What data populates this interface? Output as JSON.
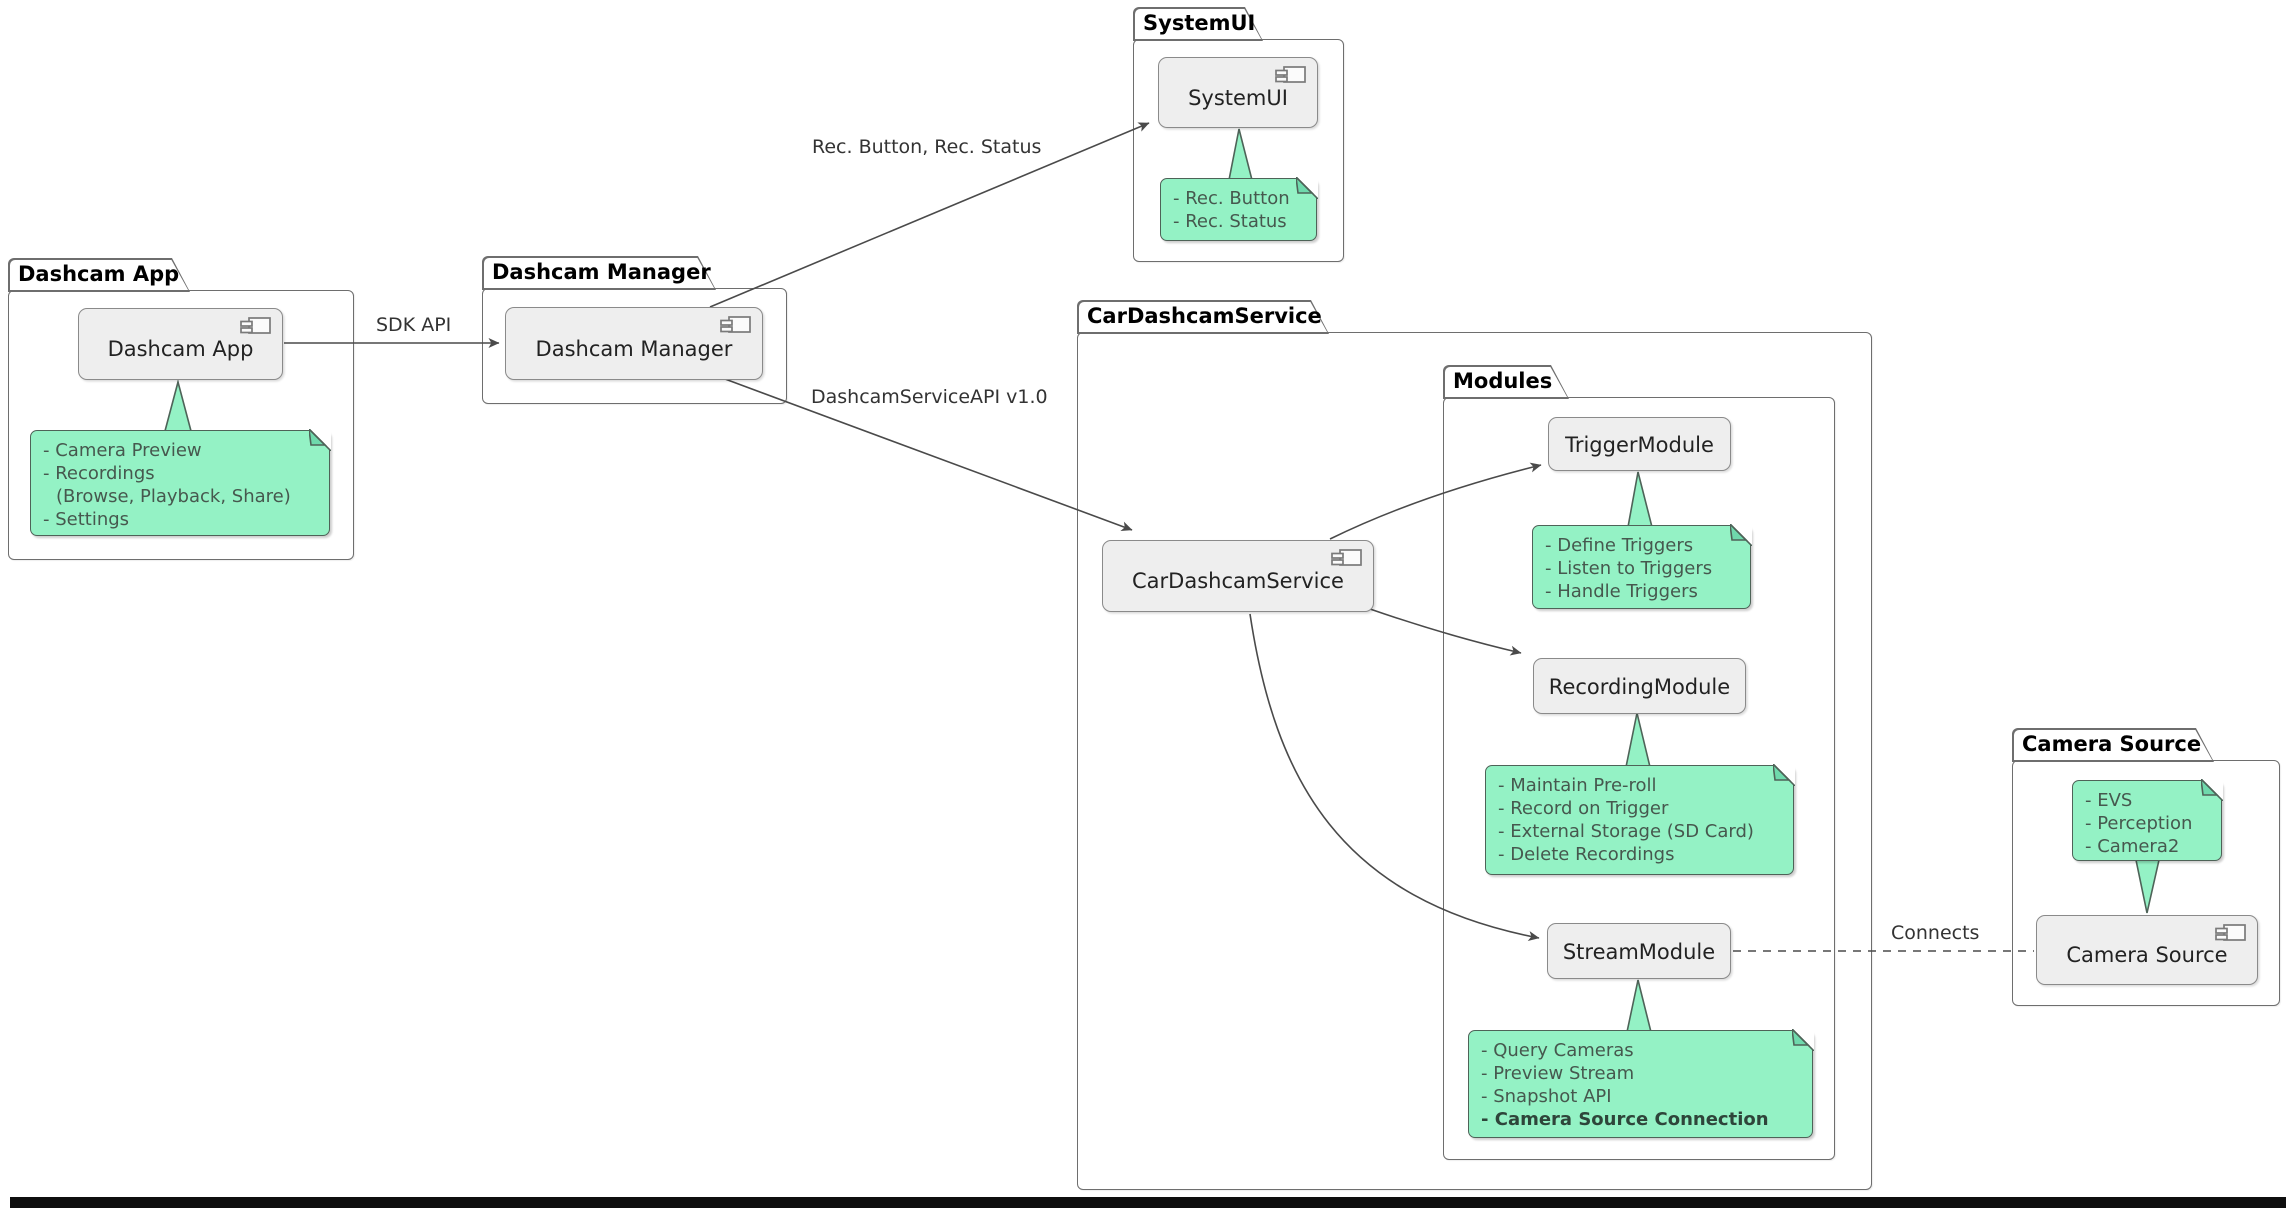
{
  "packages": {
    "dashcam_app": {
      "title": "Dashcam App"
    },
    "dashcam_manager": {
      "title": "Dashcam Manager"
    },
    "systemui": {
      "title": "SystemUI"
    },
    "car_dashcam_service": {
      "title": "CarDashcamService"
    },
    "modules": {
      "title": "Modules"
    },
    "camera_source": {
      "title": "Camera Source"
    }
  },
  "components": {
    "dashcam_app": "Dashcam App",
    "dashcam_manager": "Dashcam Manager",
    "systemui": "SystemUI",
    "car_dashcam_service": "CarDashcamService",
    "trigger_module": "TriggerModule",
    "recording_module": "RecordingModule",
    "stream_module": "StreamModule",
    "camera_source": "Camera Source"
  },
  "notes": {
    "dashcam_app": {
      "lines": [
        "- Camera Preview",
        "- Recordings",
        "(Browse, Playback, Share)",
        "- Settings"
      ]
    },
    "systemui": {
      "lines": [
        "- Rec. Button",
        "- Rec. Status"
      ]
    },
    "trigger_module": {
      "lines": [
        "- Define Triggers",
        "- Listen to Triggers",
        "- Handle Triggers"
      ]
    },
    "recording_module": {
      "lines": [
        "- Maintain Pre-roll",
        "- Record on Trigger",
        "- External Storage (SD Card)",
        "- Delete Recordings"
      ]
    },
    "stream_module": {
      "lines": [
        "- Query Cameras",
        "- Preview Stream",
        "- Snapshot API",
        "- Camera Source Connection"
      ]
    },
    "camera_source": {
      "lines": [
        "- EVS",
        "- Perception",
        "- Camera2"
      ]
    }
  },
  "edges": {
    "sdk_api": "SDK API",
    "rec_button_status": "Rec. Button, Rec. Status",
    "dashcam_service_api": "DashcamServiceAPI v1.0",
    "connects": "Connects"
  },
  "colors": {
    "note_fill": "#94F2C5",
    "note_border": "#4E6358",
    "component_fill": "#EEEEEE",
    "component_border": "#8A8A8A",
    "package_border": "#6E6E6E",
    "edge": "#4A4A4A"
  }
}
